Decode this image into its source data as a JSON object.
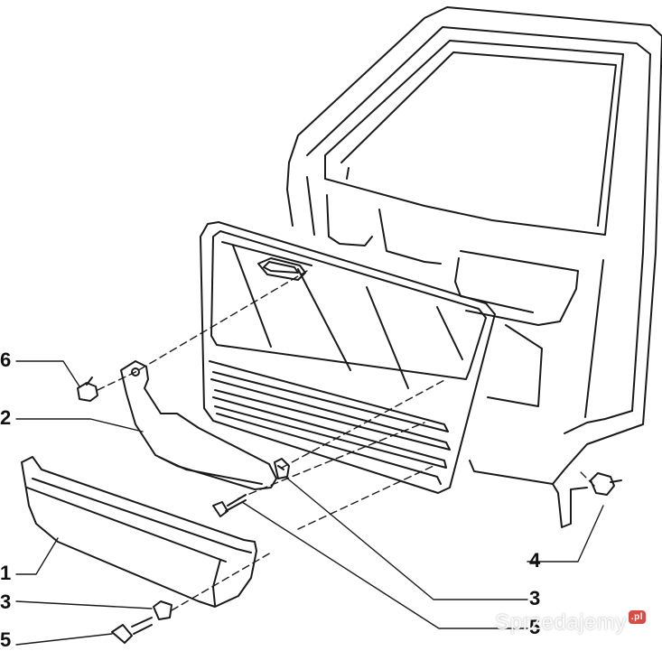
{
  "callouts": [
    {
      "id": "6",
      "label": "6"
    },
    {
      "id": "2",
      "label": "2"
    },
    {
      "id": "1",
      "label": "1"
    },
    {
      "id": "3a",
      "label": "3"
    },
    {
      "id": "5a",
      "label": "5"
    },
    {
      "id": "4",
      "label": "4"
    },
    {
      "id": "3b",
      "label": "3"
    },
    {
      "id": "5b",
      "label": "5"
    }
  ],
  "watermark": {
    "text": "Sprzedajemy",
    "suffix": ".pl"
  },
  "colors": {
    "line": "#1a1a1a",
    "background": "#ffffff",
    "watermark_badge": "#d94b44"
  }
}
